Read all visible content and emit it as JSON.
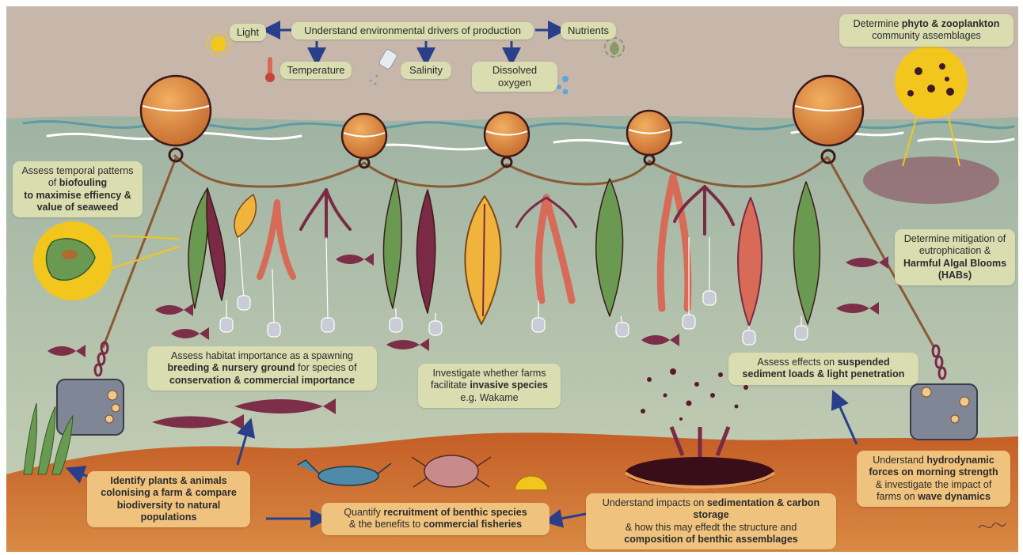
{
  "drivers": {
    "main": "Understand environmental drivers of production",
    "light": "Light",
    "nutrients": "Nutrients",
    "temperature": "Temperature",
    "salinity": "Salinity",
    "oxygen": "Dissolved oxygen"
  },
  "plankton": {
    "pre": "Determine ",
    "bold": "phyto & zooplankton",
    "post": "community assemblages"
  },
  "biofouling": {
    "pre": "Assess  temporal patterns of ",
    "bold1": "biofouling",
    "bold2": "to maximise effiency & value of seaweed"
  },
  "eutrophication": {
    "pre": "Determine mitigation of eutrophication &",
    "bold": "Harmful Algal Blooms (HABs)"
  },
  "habitat": {
    "pre": "Assess  habitat importance as a spawning",
    "bold1": "breeding & nursery ground",
    "mid": "for species of",
    "bold2": "conservation & commercial importance"
  },
  "invasive": {
    "pre": "Investigate whether farms facilitate ",
    "bold": "invasive species",
    "post": "e.g. Wakame"
  },
  "sediment": {
    "pre": "Assess effects on ",
    "bold": "suspended sediment loads & light penetration"
  },
  "hydrodynamic": {
    "pre": "Understand ",
    "bold1": "hydrodynamic forces on morning strength",
    "mid": "& investigate the impact of farms on ",
    "bold2": "wave dynamics"
  },
  "biodiversity": {
    "bold": "Identify plants & animals colonising a farm & compare biodiversity to natural populations"
  },
  "benthic": {
    "pre": "Quantify ",
    "bold1": "recruitment of benthic species",
    "mid": "& the benefits to ",
    "bold2": "commercial fisheries"
  },
  "carbon": {
    "pre": "Understand impacts on ",
    "bold1": "sedimentation & carbon storage",
    "mid": "& how this may effedt the structure and",
    "bold2": "composition of benthic assemblages"
  },
  "colors": {
    "sky": "#c7b7ab",
    "water": "#b9c6ad",
    "seabed": "#c45e26",
    "buoy": "#e89a4a",
    "label": "#d9ddb0",
    "label_orange": "#efc27e",
    "arrow": "#2a3f8a",
    "kelp_green": "#6a9a52",
    "kelp_red": "#7a2a45",
    "kelp_yellow": "#f0b43c",
    "fish": "#7d2e48"
  }
}
